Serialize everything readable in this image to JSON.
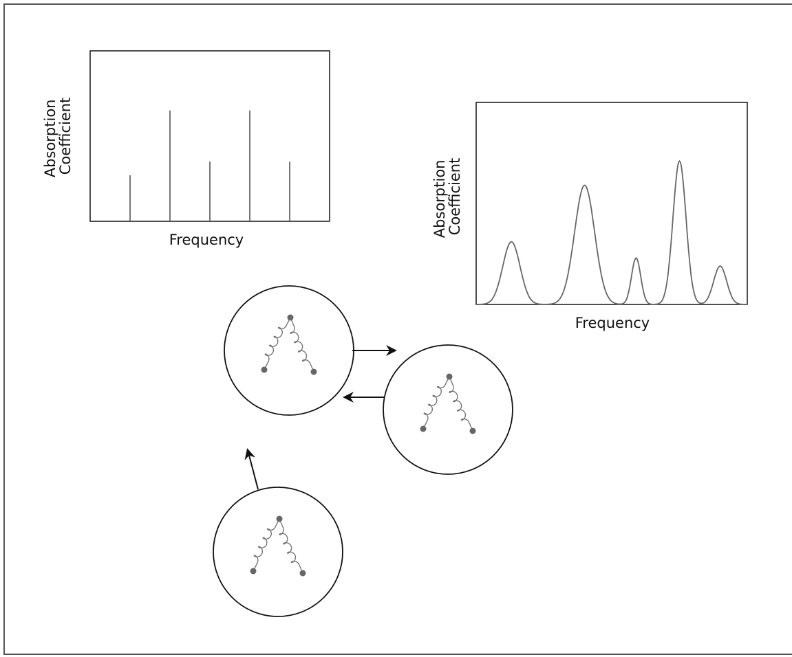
{
  "colors": {
    "background": "#ffffff",
    "frame": "#555555",
    "axes": "#222222",
    "spectrum_line": "#666666",
    "molecule_bond": "#777777",
    "molecule_atom": "#666666",
    "arrow": "#111111"
  },
  "chart_data": [
    {
      "type": "bar",
      "x": [
        1,
        2,
        3,
        4,
        5
      ],
      "values": [
        27,
        65,
        35,
        65,
        35
      ],
      "ylabel_lines": [
        "Absorption",
        "Coefficient"
      ],
      "xlabel": "Frequency",
      "xlim": [
        0,
        6
      ],
      "ylim": [
        0,
        100
      ],
      "grid": false,
      "ticks": false
    },
    {
      "type": "line",
      "ylabel_lines": [
        "Absorption",
        "Coefficient"
      ],
      "xlabel": "Frequency",
      "xlim": [
        0,
        1
      ],
      "ylim": [
        0,
        100
      ],
      "grid": false,
      "ticks": false,
      "peaks": [
        {
          "center": 0.13,
          "height": 31,
          "width": 0.032
        },
        {
          "center": 0.4,
          "height": 59,
          "width": 0.037
        },
        {
          "center": 0.59,
          "height": 23,
          "width": 0.017
        },
        {
          "center": 0.75,
          "height": 71,
          "width": 0.024
        },
        {
          "center": 0.9,
          "height": 19,
          "width": 0.024
        }
      ]
    }
  ],
  "molecules": [
    {
      "name": "molecule-top-left",
      "icon": "bent-triatomic-molecule-icon"
    },
    {
      "name": "molecule-right",
      "icon": "bent-triatomic-molecule-icon"
    },
    {
      "name": "molecule-bottom",
      "icon": "bent-triatomic-molecule-icon"
    }
  ]
}
